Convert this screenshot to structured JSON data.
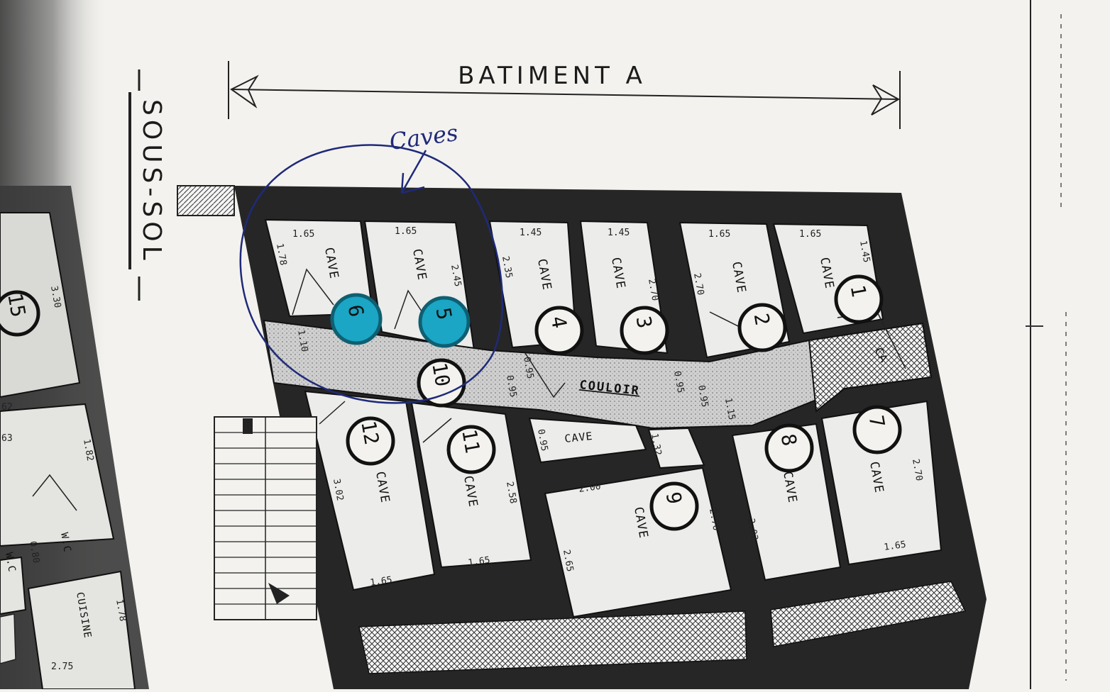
{
  "title": "BATIMENT A",
  "side_label": "SOUS-SOL",
  "annotation": "Caves",
  "colors": {
    "ink": "#1b1b1b",
    "wall": "#2a2a2a",
    "paper": "#f3f2ee",
    "marker": "#1aa6c4",
    "pen": "#1f2a7a"
  },
  "rooms": [
    {
      "number": "1",
      "label": "CAVE",
      "dims": [
        "1.65",
        "1.45"
      ],
      "highlighted": false
    },
    {
      "number": "2",
      "label": "CAVE",
      "dims": [
        "1.65",
        "2.70"
      ],
      "highlighted": false
    },
    {
      "number": "3",
      "label": "CAVE",
      "dims": [
        "1.45",
        "2.70"
      ],
      "highlighted": false
    },
    {
      "number": "4",
      "label": "CAVE",
      "dims": [
        "1.45",
        "2.35"
      ],
      "highlighted": false
    },
    {
      "number": "5",
      "label": "CAVE",
      "dims": [
        "1.65",
        "2.45"
      ],
      "highlighted": true
    },
    {
      "number": "6",
      "label": "CAVE",
      "dims": [
        "1.65",
        "1.78"
      ],
      "highlighted": true
    },
    {
      "number": "7",
      "label": "CAVE",
      "dims": [
        "1.65",
        "2.70"
      ],
      "highlighted": false
    },
    {
      "number": "8",
      "label": "CAVE",
      "dims": [
        "2.02"
      ],
      "highlighted": false
    },
    {
      "number": "9",
      "label": "CAVE",
      "dims": [
        "2.00",
        "2.65",
        "2.70"
      ],
      "highlighted": false
    },
    {
      "number": "10",
      "label": "",
      "dims": [],
      "highlighted": false
    },
    {
      "number": "11",
      "label": "CAVE",
      "dims": [
        "1.65",
        "2.58"
      ],
      "highlighted": false
    },
    {
      "number": "12",
      "label": "CAVE",
      "dims": [
        "1.65",
        "3.02"
      ],
      "highlighted": false
    },
    {
      "number": "15",
      "label": "",
      "dims": [
        "3.30"
      ],
      "highlighted": false
    }
  ],
  "corridor": {
    "label": "COULOIR",
    "dims": [
      "1.10",
      "0.95",
      "0.95",
      "0.95",
      "0.95",
      "1.15"
    ]
  },
  "small_cave": {
    "label": "CAVE",
    "dims": [
      "0.95",
      "1.32"
    ]
  },
  "left_wing": {
    "wc1": "W.C",
    "wc2": "W.C",
    "kitchen": "CUISINE",
    "dims": [
      "1.82",
      "0.80",
      "2.75",
      "1.78",
      "62",
      "63"
    ]
  },
  "hatch_labels": [
    "CA"
  ]
}
